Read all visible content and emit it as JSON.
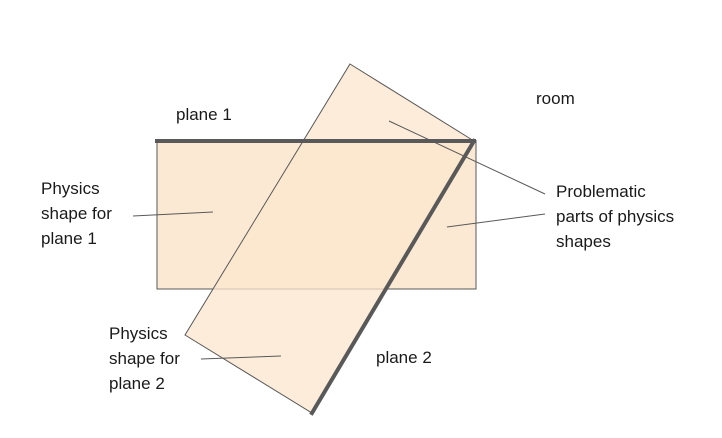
{
  "labels": {
    "plane1": "plane 1",
    "plane2": "plane 2",
    "room": "room",
    "physics_shape_plane1": [
      "Physics",
      "shape for",
      "plane 1"
    ],
    "physics_shape_plane2": [
      "Physics",
      "shape for",
      "plane 2"
    ],
    "problematic": [
      "Problematic",
      "parts of physics",
      "shapes"
    ]
  },
  "colors": {
    "shape_fill": "#fce5cd",
    "outline": "#595959",
    "plane_line": "#595959",
    "leader_line": "#595959",
    "text": "#1a1a1a"
  }
}
